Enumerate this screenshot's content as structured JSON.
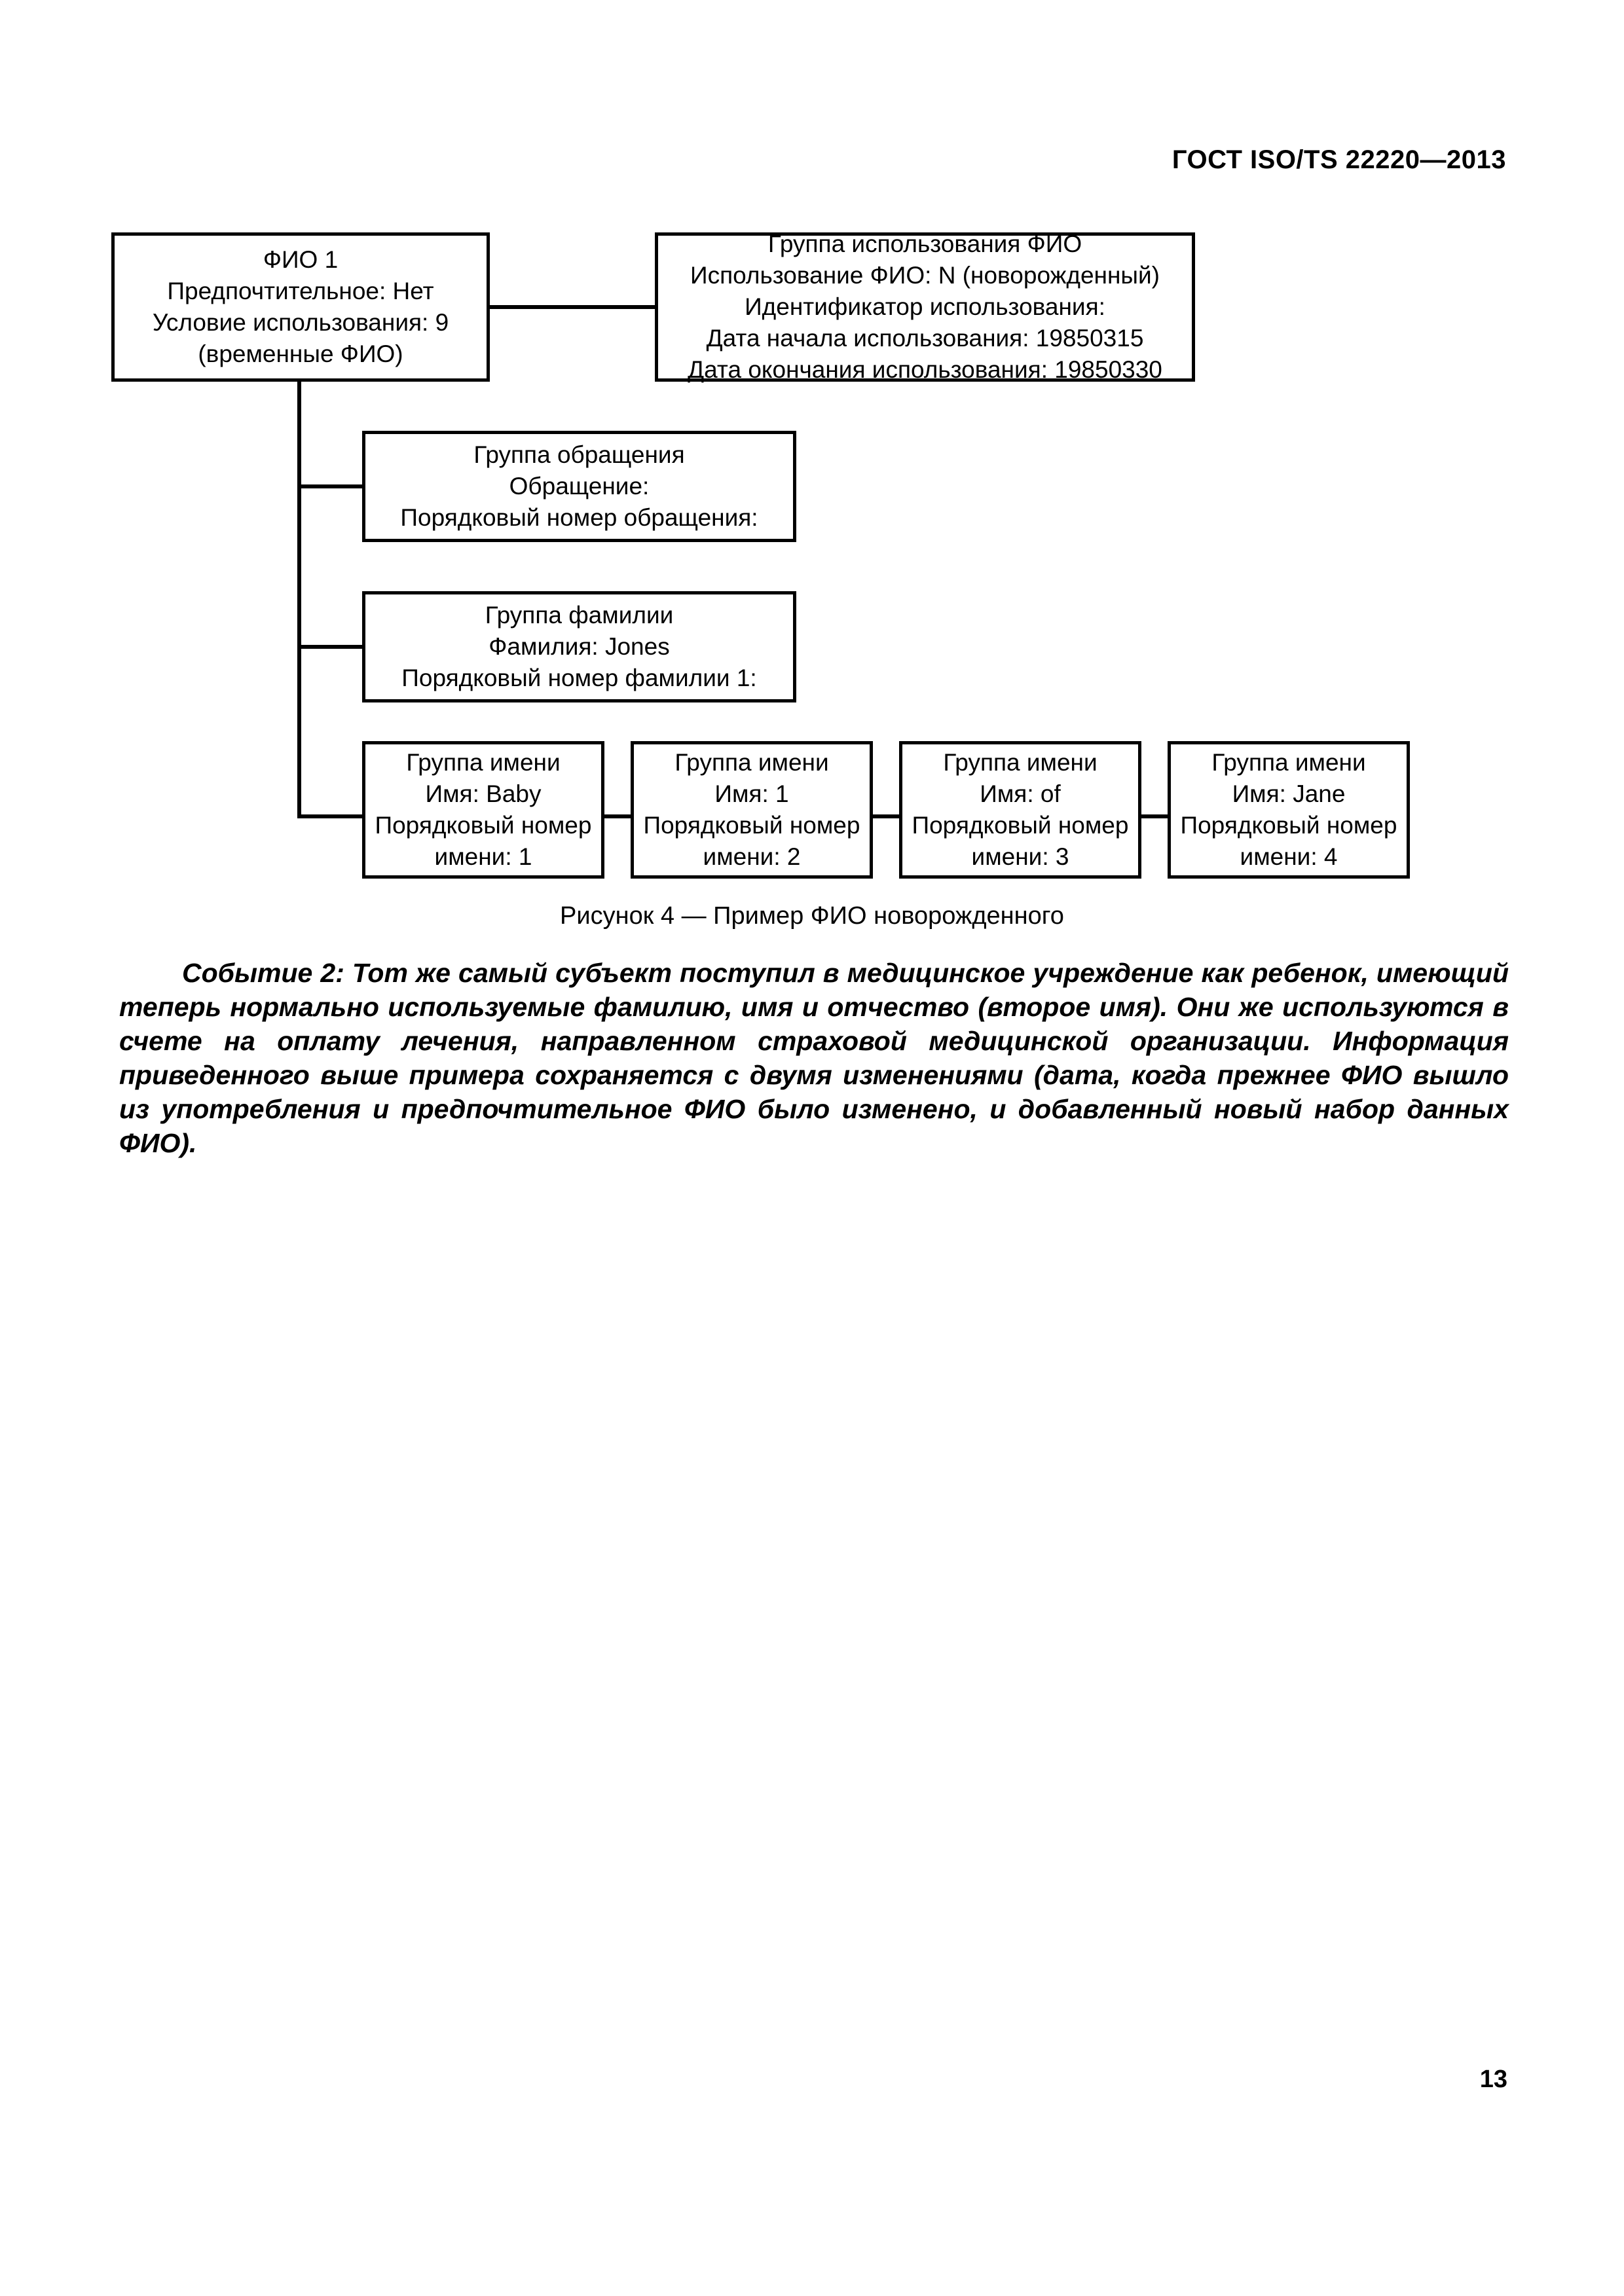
{
  "header": {
    "standard_title": "ГОСТ ISO/TS 22220—2013"
  },
  "figure": {
    "caption": "Рисунок 4 — Пример ФИО новорожденного",
    "nodes": {
      "name1": {
        "lines": [
          "ФИО 1",
          "Предпочтительное: Нет",
          "Условие использования: 9",
          "(временные ФИО)"
        ]
      },
      "usage_group": {
        "lines": [
          "Группа использования ФИО",
          "Использование ФИО: N (новорожденный)",
          "Идентификатор использования:",
          "Дата начала использования: 19850315",
          "Дата окончания использования: 19850330"
        ]
      },
      "contact_group": {
        "lines": [
          "Группа обращения",
          "Обращение:",
          "Порядковый номер обращения:"
        ]
      },
      "surname_group": {
        "lines": [
          "Группа фамилии",
          "Фамилия: Jones",
          "Порядковый номер фамилии 1:"
        ]
      },
      "given_groups": [
        {
          "lines": [
            "Группа имени",
            "Имя: Baby",
            "Порядковый номер",
            "имени: 1"
          ]
        },
        {
          "lines": [
            "Группа имени",
            "Имя: 1",
            "Порядковый номер",
            "имени: 2"
          ]
        },
        {
          "lines": [
            "Группа имени",
            "Имя: of",
            "Порядковый номер",
            "имени: 3"
          ]
        },
        {
          "lines": [
            "Группа имени",
            "Имя: Jane",
            "Порядковый номер",
            "имени: 4"
          ]
        }
      ]
    }
  },
  "body": {
    "paragraph": "Событие 2: Тот же самый субъект поступил в медицинское учреждение как ребенок, имеющий теперь нормально используемые фамилию, имя и отчество (второе имя). Они же используются в счете на оплату лечения, направленном страховой медицинской организации. Информация приведенного выше примера сохраняется с двумя изменениями (дата, когда прежнее ФИО вышло из употребления и предпочтительное ФИО было изменено, и добавленный новый набор данных ФИО)."
  },
  "footer": {
    "page_number": "13"
  }
}
